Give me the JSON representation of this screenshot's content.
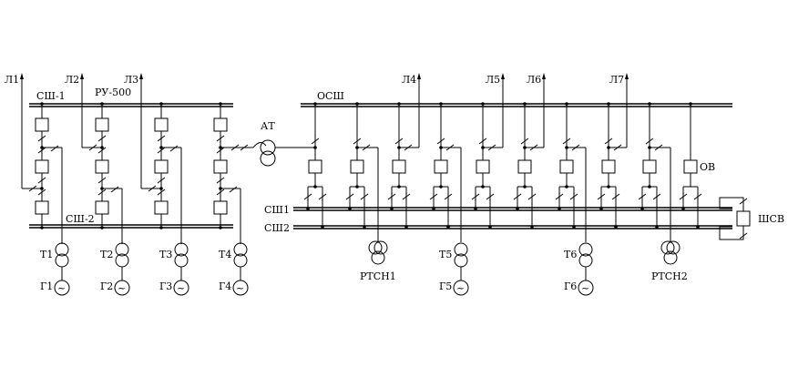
{
  "labels": {
    "bus_sh1_left": "СШ-1",
    "bus_sh2_left": "СШ-2",
    "switchyard": "РУ-500",
    "autotransformer": "АТ",
    "bypass_bus": "ОСШ",
    "bus_sh1_right": "СШ1",
    "bus_sh2_right": "СШ2",
    "bypass_breaker": "ОВ",
    "bus_coupler": "ШСВ"
  },
  "lines": [
    "Л1",
    "Л2",
    "Л3",
    "Л4",
    "Л5",
    "Л6",
    "Л7"
  ],
  "units_left": [
    {
      "transformer": "Т1",
      "generator": "Г1"
    },
    {
      "transformer": "Т2",
      "generator": "Г2"
    },
    {
      "transformer": "Т3",
      "generator": "Г3"
    },
    {
      "transformer": "Т4",
      "generator": "Г4"
    }
  ],
  "units_right": [
    {
      "transformer": "Т5",
      "generator": "Г5"
    },
    {
      "transformer": "Т6",
      "generator": "Г6"
    }
  ],
  "aux_transformers": [
    "РТСН1",
    "РТСН2"
  ],
  "generator_symbol": "~"
}
